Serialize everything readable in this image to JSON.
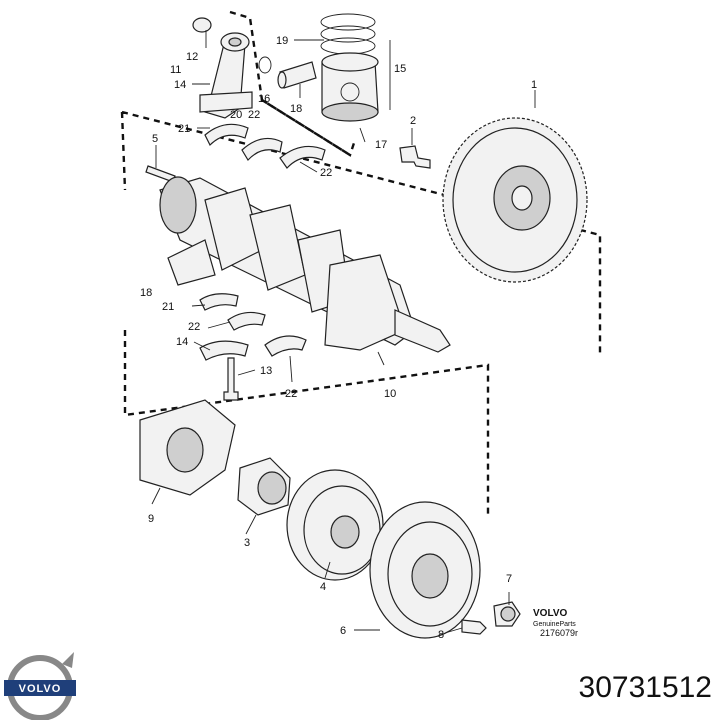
{
  "diagram": {
    "callouts": [
      {
        "id": "c1",
        "text": "1"
      },
      {
        "id": "c2",
        "text": "2"
      },
      {
        "id": "c3",
        "text": "3"
      },
      {
        "id": "c4",
        "text": "4"
      },
      {
        "id": "c5",
        "text": "5"
      },
      {
        "id": "c6",
        "text": "6"
      },
      {
        "id": "c7",
        "text": "7"
      },
      {
        "id": "c8",
        "text": "8"
      },
      {
        "id": "c9",
        "text": "9"
      },
      {
        "id": "c10",
        "text": "10"
      },
      {
        "id": "c11",
        "text": "11"
      },
      {
        "id": "c12",
        "text": "12"
      },
      {
        "id": "c13",
        "text": "13"
      },
      {
        "id": "c14a",
        "text": "14"
      },
      {
        "id": "c14b",
        "text": "14"
      },
      {
        "id": "c15",
        "text": "15"
      },
      {
        "id": "c16",
        "text": "16"
      },
      {
        "id": "c17",
        "text": "17"
      },
      {
        "id": "c18a",
        "text": "18"
      },
      {
        "id": "c18b",
        "text": "18"
      },
      {
        "id": "c19",
        "text": "19"
      },
      {
        "id": "c20",
        "text": "20"
      },
      {
        "id": "c21a",
        "text": "21"
      },
      {
        "id": "c21b",
        "text": "21"
      },
      {
        "id": "c22a",
        "text": "22"
      },
      {
        "id": "c22b",
        "text": "22"
      },
      {
        "id": "c22c",
        "text": "22"
      },
      {
        "id": "c22d",
        "text": "22"
      }
    ],
    "brand_text": "VOLVO",
    "brand_sub": "GenuineParts",
    "drawing_code": "2176079r"
  },
  "footer": {
    "logo_text": "VOLVO",
    "part_number": "30731512"
  },
  "colors": {
    "line": "#222222",
    "fill": "#f2f2f2",
    "shade": "#cfcfcf",
    "logo_blue": "#1f3f7a"
  }
}
